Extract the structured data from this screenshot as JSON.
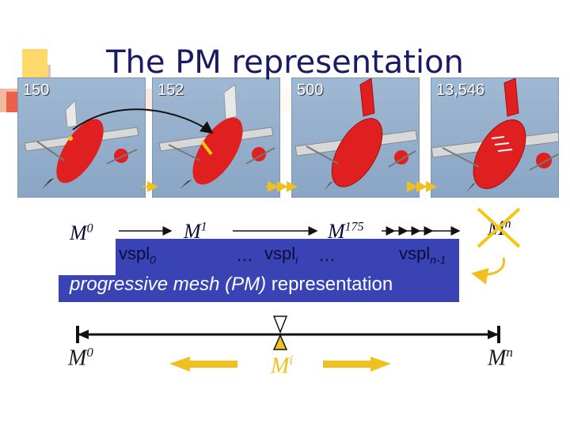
{
  "title": "The PM representation",
  "panels": [
    {
      "label": "150"
    },
    {
      "label": "152"
    },
    {
      "label": "500"
    },
    {
      "label": "13,546"
    }
  ],
  "meshes": {
    "m0_base": "M",
    "m0_sup": "0",
    "m1_base": "M",
    "m1_sup": "1",
    "m175_base": "M",
    "m175_sup": "175",
    "mn_base": "M",
    "mn_sup": "n"
  },
  "vsplits": {
    "v0_base": "vspl",
    "v0_sub": "0",
    "ellipsis_left": "…",
    "vi_base": "vspl",
    "vi_sub": "i",
    "ellipsis_right": "…",
    "vn_base": "vspl",
    "vn_sub": "n-1"
  },
  "caption": {
    "italic_part": "progressive mesh (PM)",
    "plain_part": "representation"
  },
  "slider": {
    "left_base": "M",
    "left_sup": "0",
    "mid_base": "M",
    "mid_sup": "i",
    "right_base": "M",
    "right_sup": "n"
  },
  "colors": {
    "title": "#1a1a66",
    "band": "#3a43b4",
    "accent_yellow": "#f0c020",
    "cross_yellow": "#f5c518",
    "plane_red": "#e02020",
    "sky": "#98b3cf"
  }
}
